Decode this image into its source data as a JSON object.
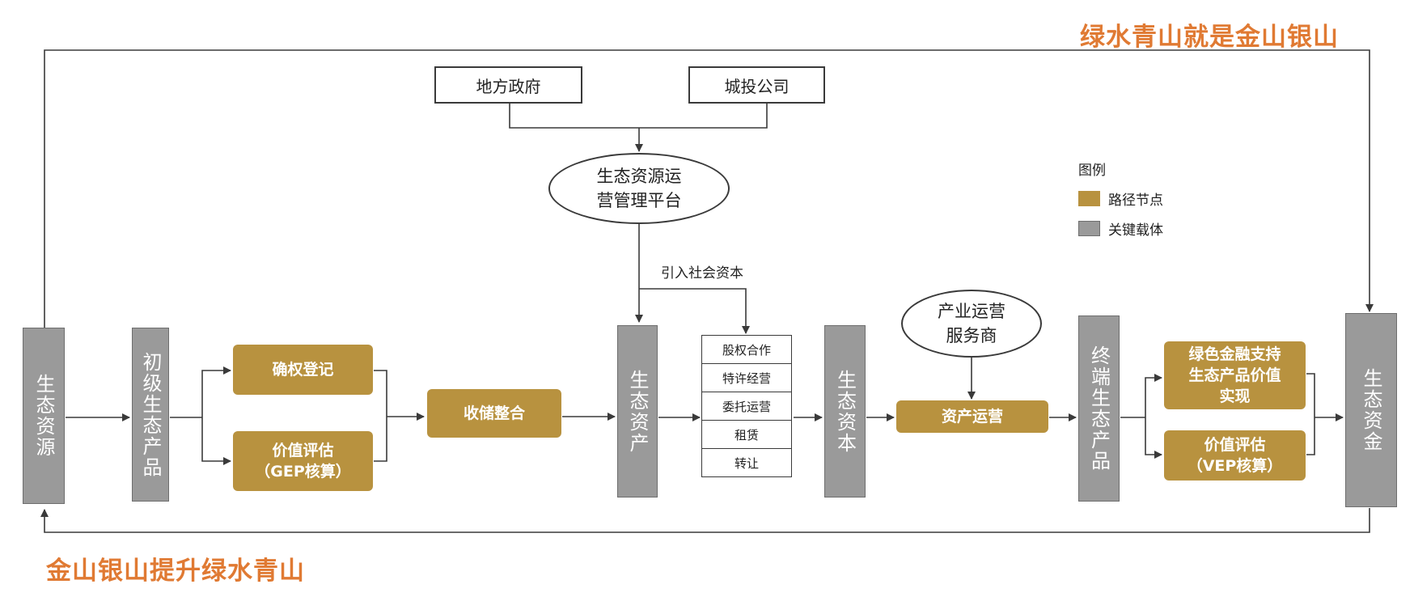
{
  "slogans": {
    "top": "绿水青山就是金山银山",
    "bottom": "金山银山提升绿水青山"
  },
  "nodes": {
    "eco_resource": "生态资源",
    "primary_product": "初级生态产品",
    "rights_registration": "确权登记",
    "value_assessment_gep": [
      "价值评估",
      "（GEP核算）"
    ],
    "collect_integrate": "收储整合",
    "eco_asset": "生态资产",
    "local_government": "地方政府",
    "chengtou_company": "城投公司",
    "ops_platform": [
      "生态资源运",
      "营管理平台"
    ],
    "social_capital_label": "引入社会资本",
    "modes": [
      "股权合作",
      "特许经营",
      "委托运营",
      "租赁",
      "转让"
    ],
    "eco_capital": "生态资本",
    "industry_operator": [
      "产业运营",
      "服务商"
    ],
    "asset_operation": "资产运营",
    "terminal_product": "终端生态产品",
    "green_finance": [
      "绿色金融支持",
      "生态产品价值",
      "实现"
    ],
    "value_assessment_vep": [
      "价值评估",
      "（VEP核算）"
    ],
    "eco_funds": "生态资金"
  },
  "legend": {
    "title": "图例",
    "items": [
      {
        "label": "路径节点",
        "color": "#b8923f"
      },
      {
        "label": "关键载体",
        "color": "#9a9a9a"
      }
    ]
  },
  "colors": {
    "gold": "#b8923f",
    "gray": "#9a9a9a",
    "slogan": "#e07a33",
    "line": "#3a3a3a"
  }
}
